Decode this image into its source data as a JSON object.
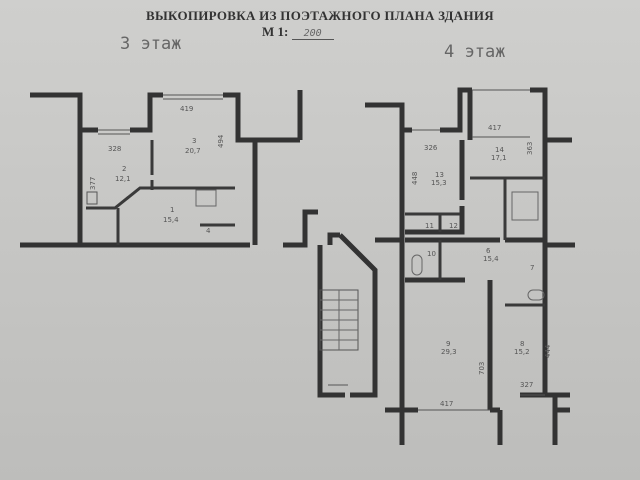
{
  "header": {
    "title": "ВЫКОПИРОВКА ИЗ ПОЭТАЖНОГО ПЛАНА ЗДАНИЯ",
    "scale_label": "М 1:",
    "scale_value": "200"
  },
  "floor3": {
    "label": "3 этаж",
    "dims": [
      "419",
      "494",
      "328",
      "377"
    ],
    "rooms": [
      {
        "num": "3",
        "area": "20,7"
      },
      {
        "num": "2",
        "area": "12,1"
      },
      {
        "num": "1",
        "area": "15,4"
      },
      {
        "num": "4",
        "area": ""
      }
    ]
  },
  "floor4": {
    "label": "4 этаж",
    "dims": [
      "326",
      "448",
      "417",
      "363",
      "703",
      "444",
      "327",
      "417"
    ],
    "rooms": [
      {
        "num": "13",
        "area": "15,3"
      },
      {
        "num": "14",
        "area": "17,1"
      },
      {
        "num": "11",
        "area": ""
      },
      {
        "num": "12",
        "area": ""
      },
      {
        "num": "10",
        "area": ""
      },
      {
        "num": "6",
        "area": "15,4"
      },
      {
        "num": "7",
        "area": ""
      },
      {
        "num": "9",
        "area": "29,3"
      },
      {
        "num": "8",
        "area": "15,2"
      }
    ]
  }
}
